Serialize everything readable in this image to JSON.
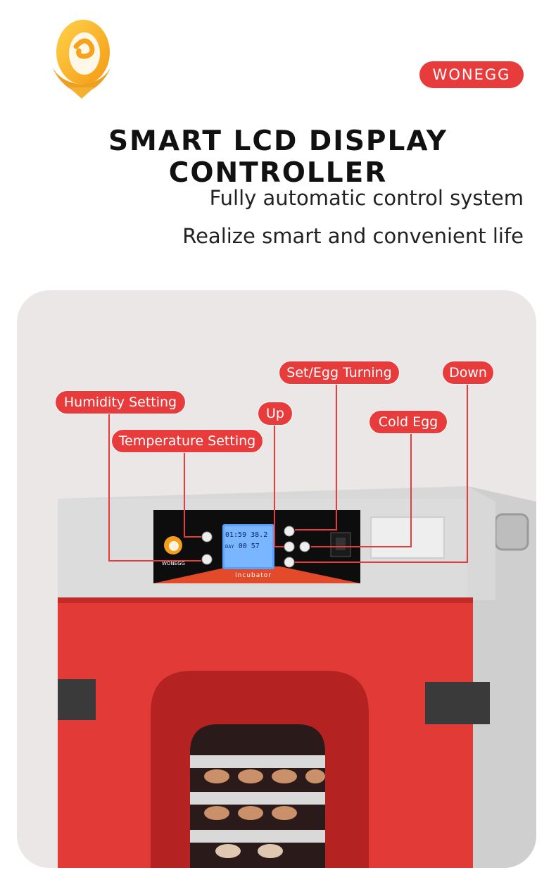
{
  "brand": {
    "badge": "WONEGG",
    "logo_icon": "egg-flame-logo-icon",
    "accent": "#e83b3b"
  },
  "headline": "SMART LCD DISPLAY CONTROLLER",
  "subtitles": [
    "Fully automatic control system",
    "Realize smart and convenient life"
  ],
  "callouts": {
    "humidity": "Humidity Setting",
    "temperature": "Temperature Setting",
    "up": "Up",
    "set_egg_turning": "Set/Egg Turning",
    "cold_egg": "Cold Egg",
    "down": "Down"
  },
  "panel": {
    "brand_label": "WONEGG",
    "product_label": "Incubator",
    "lcd": {
      "time": "01:59",
      "temperature": "38.2",
      "day_label": "DAY",
      "day": "00",
      "humidity": "57"
    }
  }
}
